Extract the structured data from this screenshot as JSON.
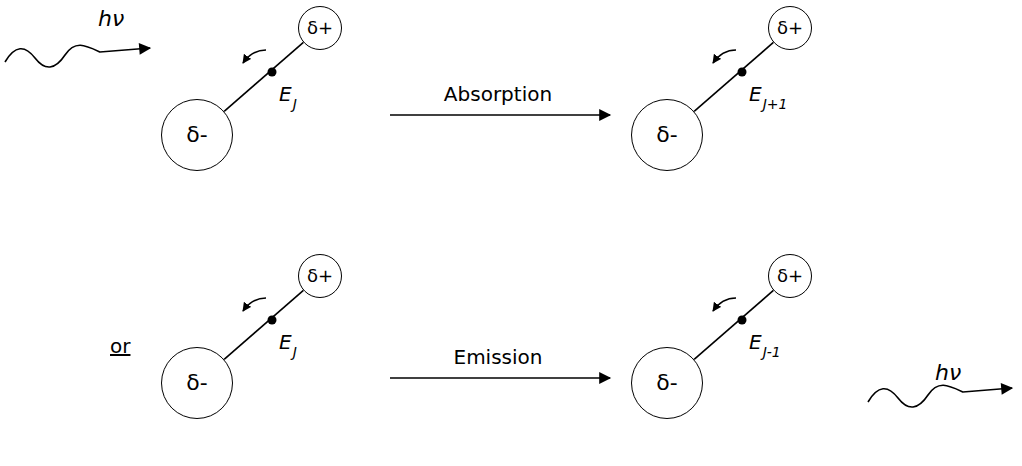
{
  "diagram": {
    "nodes": [
      {
        "text": [
          "δ+"
        ]
      },
      {
        "text": [
          "δ-"
        ]
      },
      {
        "text": [
          "δ+"
        ]
      },
      {
        "text": [
          "δ-"
        ]
      },
      {
        "text": [
          "δ+"
        ]
      },
      {
        "text": [
          "δ-"
        ]
      },
      {
        "text": [
          "δ+"
        ]
      },
      {
        "text": [
          "δ-"
        ]
      }
    ],
    "edges": [
      {
        "from": 1,
        "to": 0,
        "arrow": "none"
      },
      {
        "from": 3,
        "to": 2,
        "arrow": "none"
      },
      {
        "from": 5,
        "to": 4,
        "arrow": "none"
      },
      {
        "from": 7,
        "to": 6,
        "arrow": "none"
      }
    ],
    "labels": [
      "hν",
      "Absorption",
      "E",
      "J",
      "E",
      "J+1",
      "or",
      "Emission",
      "E",
      "J",
      "E",
      "J-1",
      "hν"
    ]
  }
}
